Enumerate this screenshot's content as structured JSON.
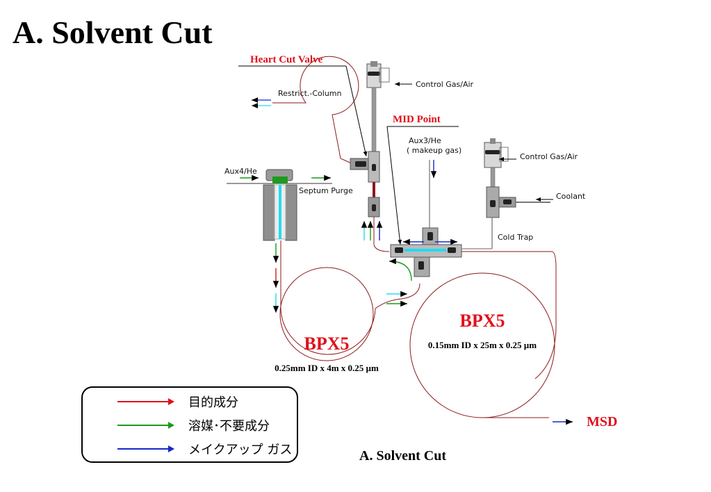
{
  "title": "A. Solvent Cut",
  "caption": "A. Solvent Cut",
  "labels": {
    "heart_cut_valve": "Heart Cut Valve",
    "mid_point": "MID Point",
    "control_gas_air_top": "Control Gas/Air",
    "control_gas_air_right": "Control Gas/Air",
    "restrict_column": "Restrict.-Column",
    "aux4": "Aux4/He",
    "septum_purge": "Septum Purge",
    "aux3_line1": "Aux3/He",
    "aux3_line2": "( makeup gas)",
    "coolant": "Coolant",
    "cold_trap": "Cold Trap",
    "msd": "MSD"
  },
  "columns": [
    {
      "name": "BPX5",
      "spec": "0.25mm ID x 4m x 0.25 µm"
    },
    {
      "name": "BPX5",
      "spec": "0.15mm ID x 25m x 0.25 µm"
    }
  ],
  "legend": [
    {
      "label": "目的成分",
      "color": "#e0101a"
    },
    {
      "label": "溶媒･不要成分",
      "color": "#1a9a1a"
    },
    {
      "label": "メイクアップ ガス",
      "color": "#1428c8"
    }
  ],
  "colors": {
    "target": "#e0101a",
    "solvent": "#1a9a1a",
    "makeup": "#1428c8",
    "cyan": "#22dcf0",
    "column": "#8b1a1a",
    "fitting": "#8a8a8a"
  }
}
